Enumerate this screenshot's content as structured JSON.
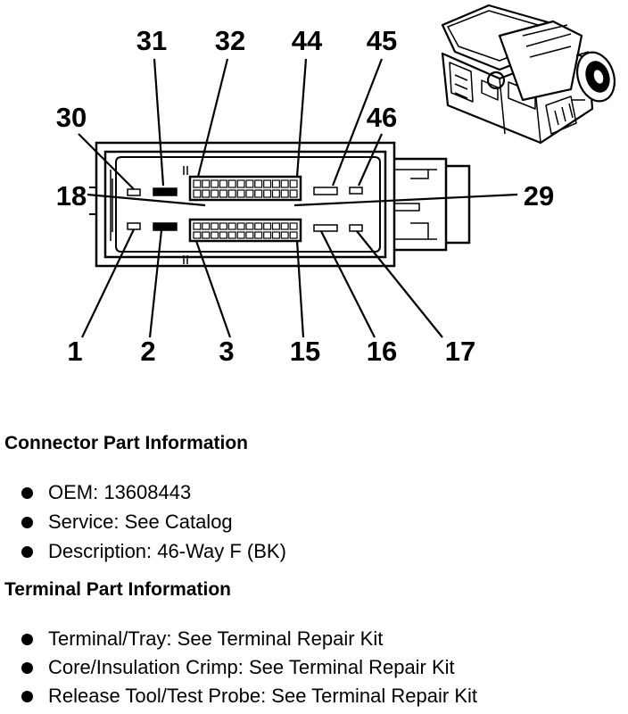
{
  "diagram": {
    "pin_labels_top": [
      "31",
      "32",
      "44",
      "45"
    ],
    "pin_labels_upper_side": [
      "30",
      "46"
    ],
    "pin_labels_middle": [
      "18",
      "29"
    ],
    "pin_labels_bottom": [
      "1",
      "2",
      "3",
      "15",
      "16",
      "17"
    ]
  },
  "connector_info": {
    "heading": "Connector Part Information",
    "items": [
      {
        "label": "OEM: 13608443"
      },
      {
        "label": "Service: See Catalog"
      },
      {
        "label": "Description: 46-Way F (BK)"
      }
    ]
  },
  "terminal_info": {
    "heading": "Terminal Part Information",
    "items": [
      {
        "label": "Terminal/Tray: See Terminal Repair Kit"
      },
      {
        "label": "Core/Insulation Crimp: See Terminal Repair Kit"
      },
      {
        "label": "Release Tool/Test Probe: See Terminal Repair Kit"
      }
    ]
  }
}
